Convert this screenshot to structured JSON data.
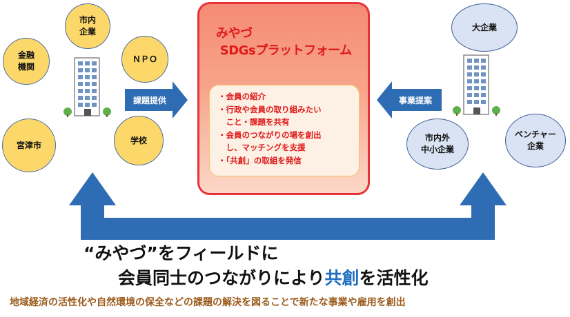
{
  "left_group": {
    "circles": [
      "市内\n企業",
      "金融\n機関",
      "ＮＰＯ",
      "宮津市",
      "学校"
    ]
  },
  "right_group": {
    "circles": [
      "大企業",
      "市内外\n中小企業",
      "ベンチャー\n企業"
    ]
  },
  "arrows": {
    "left_label": "課題提供",
    "right_label": "事業提案"
  },
  "platform": {
    "title": "みやづ\n SDGsプラットフォーム",
    "bullets": [
      "・会員の紹介",
      "・行政や会員の取り組みたい",
      "　こと・課題を共有",
      "・会員のつながりの場を創出",
      "　し、マッチングを支援",
      "・「共創」の取組を発信"
    ]
  },
  "headline": {
    "line1": "“みやづ”をフィールドに",
    "line2_before": "会員同士のつながりにより",
    "line2_highlight": "共創",
    "line2_after": "を活性化"
  },
  "footer": "地域経済の活性化や自然環境の保全などの課題の解決を図ることで新たな事業や雇用を創出",
  "colors": {
    "orange_circle": "#fcd86a",
    "blue_circle": "#dae3f4",
    "arrow_blue": "#2e6db4",
    "platform_red": "#e8323a",
    "highlight_blue": "#1f6fc1",
    "footer_brown": "#9a5a1a"
  }
}
